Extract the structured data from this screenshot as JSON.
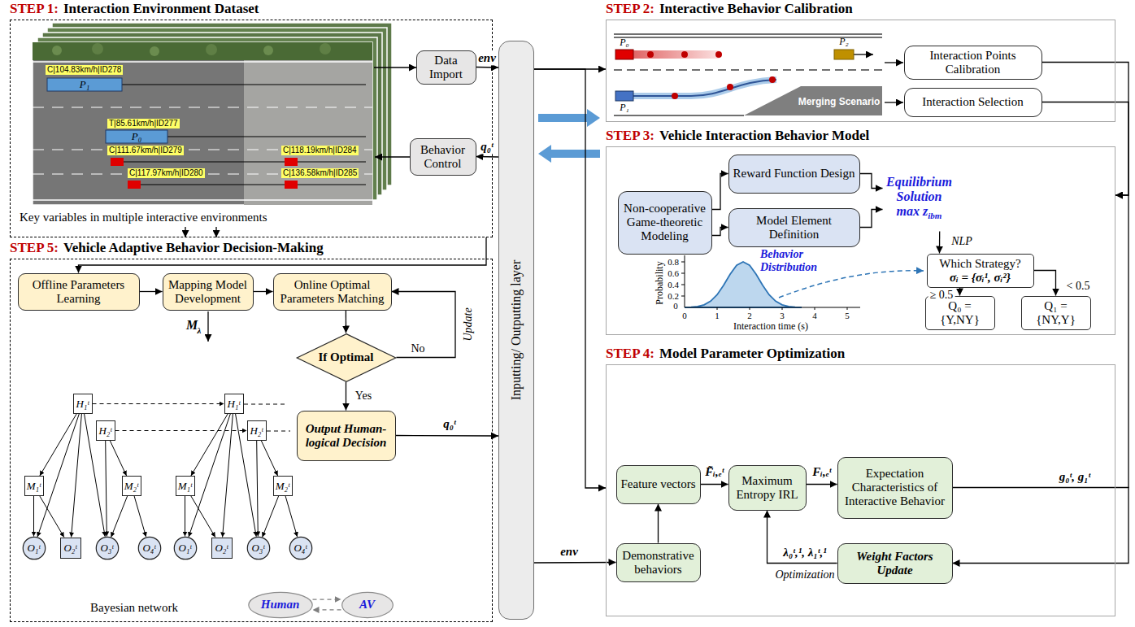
{
  "diagram": {
    "nodes": [
      {
        "text": [
          "STEP 1:",
          "Interaction Environment Dataset"
        ]
      },
      {
        "text": [
          "Data Import"
        ],
        "in": 0
      },
      {
        "text": [
          "Behavior Control"
        ],
        "in": 0
      },
      {
        "text": [
          "Inputting/ Outputting layer"
        ]
      },
      {
        "text": [
          "STEP 2:",
          "Interactive Behavior Calibration"
        ]
      },
      {
        "text": [
          "Interaction Points Calibration"
        ],
        "in": 4
      },
      {
        "text": [
          "Interaction Selection"
        ],
        "in": 4
      },
      {
        "text": [
          "STEP 3:",
          "Vehicle Interaction Behavior Model"
        ]
      },
      {
        "text": [
          "Non-cooperative Game-theoretic Modeling"
        ],
        "in": 7
      },
      {
        "text": [
          "Reward Function Design"
        ],
        "in": 7
      },
      {
        "text": [
          "Model Element Definition"
        ],
        "in": 7
      },
      {
        "text": [
          "Equilibrium Solution",
          "max z",
          "ibm"
        ],
        "in": 7
      },
      {
        "text": [
          "Which Strategy?",
          "σᵢ = {σᵢ¹, σᵢ²}"
        ],
        "in": 7
      },
      {
        "text": [
          "Q₀ = {Y,NY}"
        ],
        "in": 7
      },
      {
        "text": [
          "Q₁ = {NY,Y}"
        ],
        "in": 7
      },
      {
        "text": [
          "STEP 4:",
          "Model Parameter Optimization"
        ]
      },
      {
        "text": [
          "Feature vectors"
        ],
        "in": 15
      },
      {
        "text": [
          "Demonstrative behaviors"
        ],
        "in": 15
      },
      {
        "text": [
          "Maximum Entropy IRL"
        ],
        "in": 15
      },
      {
        "text": [
          "Expectation Characteristics of Interactive Behavior"
        ],
        "in": 15
      },
      {
        "text": [
          "Weight Factors Update"
        ],
        "in": 15
      },
      {
        "text": [
          "STEP 5:",
          "Vehicle Adaptive Behavior Decision-Making"
        ]
      },
      {
        "text": [
          "Offline Parameters Learning"
        ],
        "in": 21
      },
      {
        "text": [
          "Mapping Model Development"
        ],
        "in": 21
      },
      {
        "text": [
          "Online Optimal Parameters Matching"
        ],
        "in": 21
      },
      {
        "text": [
          "If Optimal"
        ],
        "in": 21
      },
      {
        "text": [
          "Output Human-logical Decision"
        ],
        "in": 21
      },
      {
        "text": [
          "H₁ᵗ"
        ],
        "in": 21
      },
      {
        "text": [
          "H₂ᵗ"
        ],
        "in": 21
      },
      {
        "text": [
          "M₁ᵗ"
        ],
        "in": 21
      },
      {
        "text": [
          "M₂ᵗ"
        ],
        "in": 21
      },
      {
        "text": [
          "O₁ᵗ"
        ],
        "in": 21
      },
      {
        "text": [
          "O₂ᵗ"
        ],
        "in": 21
      },
      {
        "text": [
          "O₃ᵗ"
        ],
        "in": 21
      },
      {
        "text": [
          "O₄ᵗ"
        ],
        "in": 21
      },
      {
        "text": [
          "H₁ᵗ"
        ],
        "in": 21
      },
      {
        "text": [
          "H₂ᵗ"
        ],
        "in": 21
      },
      {
        "text": [
          "M₁ᵗ"
        ],
        "in": 21
      },
      {
        "text": [
          "M₂ᵗ"
        ],
        "in": 21
      },
      {
        "text": [
          "O₁ᵗ"
        ],
        "in": 21
      },
      {
        "text": [
          "O₂ᵗ"
        ],
        "in": 21
      },
      {
        "text": [
          "O₃ᵗ"
        ],
        "in": 21
      },
      {
        "text": [
          "O₄ᵗ"
        ],
        "in": 21
      },
      {
        "text": [
          "Human"
        ],
        "in": 21
      },
      {
        "text": [
          "AV"
        ],
        "in": 21
      }
    ],
    "edges": [
      {
        "from": 1,
        "to": 3,
        "label": "env",
        "arrow": "to"
      },
      {
        "from": 3,
        "to": 2,
        "label": "q₀ᵗ",
        "arrow": "to"
      },
      {
        "from": 0,
        "to": 22,
        "arrow": "to"
      },
      {
        "from": 3,
        "to": 4,
        "arrow": "to"
      },
      {
        "from": 3,
        "to": 15,
        "arrow": "to"
      },
      {
        "from": 5,
        "to": 7,
        "arrow": "to"
      },
      {
        "from": 6,
        "to": 7,
        "arrow": "to"
      },
      {
        "from": 8,
        "to": 9,
        "arrow": "to"
      },
      {
        "from": 8,
        "to": 10,
        "arrow": "to"
      },
      {
        "from": 9,
        "to": 11,
        "arrow": "to"
      },
      {
        "from": 10,
        "to": 11,
        "arrow": "to"
      },
      {
        "from": 11,
        "to": 12,
        "label": "NLP",
        "arrow": "to"
      },
      {
        "from": 12,
        "to": 13,
        "label": "≥ 0.5",
        "arrow": "to"
      },
      {
        "from": 12,
        "to": 14,
        "label": "< 0.5",
        "arrow": "to"
      },
      {
        "from": 17,
        "to": 16,
        "arrow": "to"
      },
      {
        "from": 16,
        "to": 18,
        "label": "F̃ᵢ,ₑᵗ",
        "arrow": "to"
      },
      {
        "from": 18,
        "to": 19,
        "label": "Fᵢ,ₑᵗ",
        "arrow": "to"
      },
      {
        "from": 19,
        "to": 20,
        "label": "g₀ᵗ, g₁ᵗ",
        "arrow": "to"
      },
      {
        "from": 20,
        "to": 18,
        "label": "λ₀ᵗ,¹, λ₁ᵗ,¹",
        "arrow": "to"
      },
      {
        "from": 3,
        "to": 17,
        "label": "env",
        "arrow": "to"
      },
      {
        "from": 22,
        "to": 23,
        "arrow": "to"
      },
      {
        "from": 23,
        "to": 24,
        "arrow": "to"
      },
      {
        "from": 24,
        "to": 25,
        "arrow": "to"
      },
      {
        "from": 25,
        "to": 24,
        "label": "No",
        "arrow": "to"
      },
      {
        "from": 25,
        "to": 26,
        "label": "Yes",
        "arrow": "to"
      },
      {
        "from": 26,
        "to": 3,
        "label": "q₀ᵗ",
        "arrow": "to"
      },
      {
        "from": 43,
        "to": 44,
        "arrow": "to"
      },
      {
        "from": 44,
        "to": 43,
        "arrow": "to"
      },
      {
        "from": 27,
        "to": 29,
        "arrow": "to"
      },
      {
        "from": 27,
        "to": 31,
        "arrow": "to"
      },
      {
        "from": 27,
        "to": 32,
        "arrow": "to"
      },
      {
        "from": 27,
        "to": 33,
        "arrow": "to"
      },
      {
        "from": 28,
        "to": 30,
        "arrow": "to"
      },
      {
        "from": 28,
        "to": 33,
        "arrow": "to"
      },
      {
        "from": 29,
        "to": 31,
        "arrow": "to"
      },
      {
        "from": 29,
        "to": 32,
        "arrow": "to"
      },
      {
        "from": 30,
        "to": 33,
        "arrow": "to"
      },
      {
        "from": 30,
        "to": 34,
        "arrow": "to"
      },
      {
        "from": 35,
        "to": 37,
        "arrow": "to"
      },
      {
        "from": 35,
        "to": 39,
        "arrow": "to"
      },
      {
        "from": 35,
        "to": 40,
        "arrow": "to"
      },
      {
        "from": 35,
        "to": 41,
        "arrow": "to"
      },
      {
        "from": 36,
        "to": 38,
        "arrow": "to"
      },
      {
        "from": 36,
        "to": 41,
        "arrow": "to"
      },
      {
        "from": 37,
        "to": 39,
        "arrow": "to"
      },
      {
        "from": 37,
        "to": 40,
        "arrow": "to"
      },
      {
        "from": 38,
        "to": 41,
        "arrow": "to"
      },
      {
        "from": 38,
        "to": 42,
        "arrow": "to"
      },
      {
        "from": 27,
        "to": 35,
        "arrow": "to"
      },
      {
        "from": 28,
        "to": 36,
        "arrow": "to"
      }
    ],
    "labels": [
      "C|104.83km/h|ID278",
      "P₁",
      "T|85.61km/h|ID277",
      "P₀",
      "C|111.67km/h|ID279",
      "C|118.19km/h|ID284",
      "C|117.97km/h|ID280",
      "C|136.58km/h|ID285",
      "Key variables in multiple interactive environments",
      "M",
      "λ",
      "Update",
      "Bayesian network",
      "P₀",
      "P₁",
      "P₂",
      "Merging Scenario",
      "Behavior Distribution",
      "Probability",
      "0.8",
      "0.6",
      "0.4",
      "0.2",
      "0",
      "0",
      "1",
      "2",
      "3",
      "4",
      "5",
      "Interaction time (s)",
      "Optimization"
    ]
  }
}
